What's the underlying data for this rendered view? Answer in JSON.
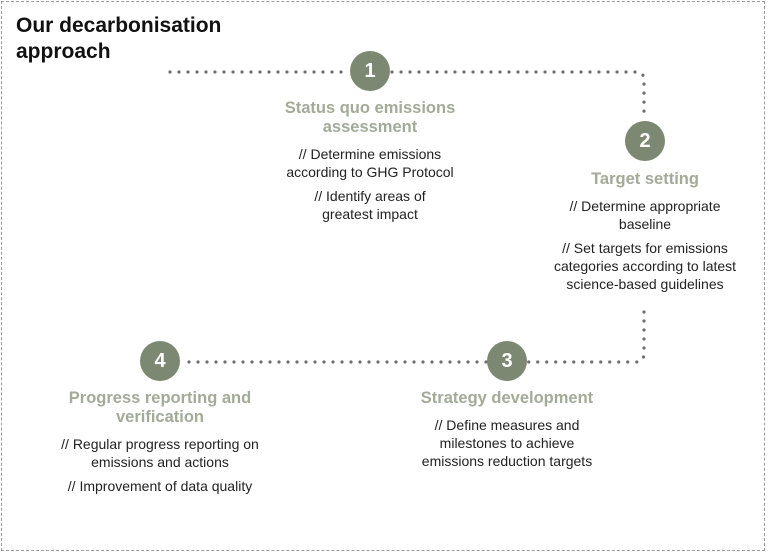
{
  "title": {
    "line1": "Our decarbonisation",
    "line2": "approach"
  },
  "colors": {
    "badge": "#7d8872",
    "heading": "#a3aa98",
    "dots": "#6f6f6f",
    "frame": "#9a9a9a"
  },
  "steps": [
    {
      "number": "1",
      "heading": [
        "Status quo emissions",
        "assessment"
      ],
      "bullets": [
        [
          "// Determine emissions",
          "according to GHG Protocol"
        ],
        [
          "// Identify areas of",
          "greatest impact"
        ]
      ]
    },
    {
      "number": "2",
      "heading": [
        "Target setting"
      ],
      "bullets": [
        [
          "// Determine appropriate",
          "baseline"
        ],
        [
          "// Set targets for emissions",
          "categories according to latest",
          "science-based guidelines"
        ]
      ]
    },
    {
      "number": "3",
      "heading": [
        "Strategy development"
      ],
      "bullets": [
        [
          "// Define measures and",
          "milestones to achieve",
          "emissions reduction targets"
        ]
      ]
    },
    {
      "number": "4",
      "heading": [
        "Progress reporting and",
        "verification"
      ],
      "bullets": [
        [
          "// Regular progress reporting on",
          "emissions and actions"
        ],
        [
          "// Improvement of data quality"
        ]
      ]
    }
  ]
}
